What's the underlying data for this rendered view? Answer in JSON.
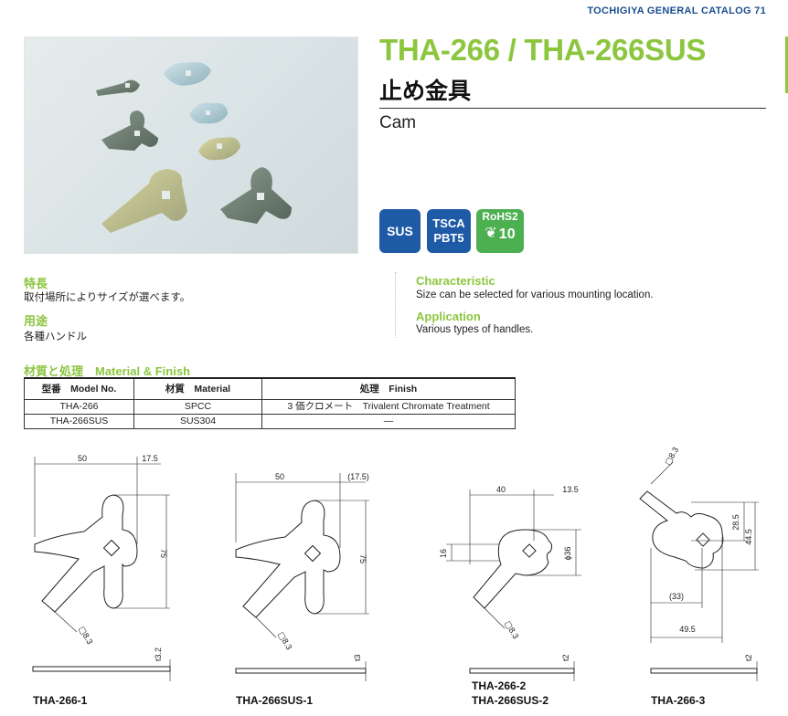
{
  "header": {
    "catalog": "TOCHIGIYA GENERAL CATALOG 71"
  },
  "product": {
    "title": "THA-266 / THA-266SUS",
    "subtitle_jp": "止め金具",
    "subtitle_en": "Cam"
  },
  "badges": {
    "sus": "SUS",
    "tsca_line1": "TSCA",
    "tsca_line2": "PBT5",
    "rohs_line1": "RoHS2",
    "rohs_line2": "10"
  },
  "features": {
    "jp_heading": "特長",
    "jp_text": "取付場所によりサイズが選べます。",
    "en_heading": "Characteristic",
    "en_text": "Size can be selected for various mounting location."
  },
  "application": {
    "jp_heading": "用途",
    "jp_text": "各種ハンドル",
    "en_heading": "Application",
    "en_text": "Various types of handles."
  },
  "material": {
    "heading": "材質と処理　Material & Finish",
    "columns": [
      "型番　Model No.",
      "材質　Material",
      "処理　Finish"
    ],
    "rows": [
      [
        "THA-266",
        "SPCC",
        "3 価クロメート　Trivalent Chromate Treatment"
      ],
      [
        "THA-266SUS",
        "SUS304",
        "—"
      ]
    ]
  },
  "drawings": {
    "d1": {
      "label": "THA-266-1",
      "w": "50",
      "off": "17.5",
      "h": "75",
      "sq": "▢8.3",
      "t": "t3.2"
    },
    "d2": {
      "label": "THA-266SUS-1",
      "w": "50",
      "off": "(17.5)",
      "h": "75",
      "sq": "▢8.3",
      "t": "t3"
    },
    "d3": {
      "label1": "THA-266-2",
      "label2": "THA-266SUS-2",
      "w": "40",
      "off": "13.5",
      "h1": "16",
      "d": "ϕ36",
      "sq": "▢8.3",
      "t": "t2"
    },
    "d4": {
      "label": "THA-266-3",
      "sq": "▢8.3",
      "h1": "28.5",
      "h2": "44.5",
      "w1": "(33)",
      "w2": "49.5",
      "t": "t2"
    }
  }
}
